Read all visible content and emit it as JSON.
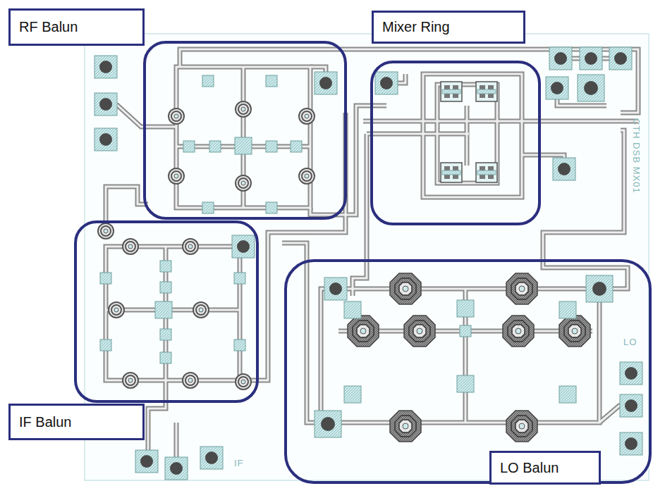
{
  "diagram": {
    "nodes": [
      {
        "text": [
          "RF Balun"
        ]
      },
      {
        "text": [
          "Mixer Ring"
        ]
      },
      {
        "text": [
          "IF Balun"
        ]
      },
      {
        "text": [
          "LO Balun"
        ]
      }
    ],
    "labels": [
      "IF",
      "LO",
      "CTH DSB MX01"
    ]
  }
}
